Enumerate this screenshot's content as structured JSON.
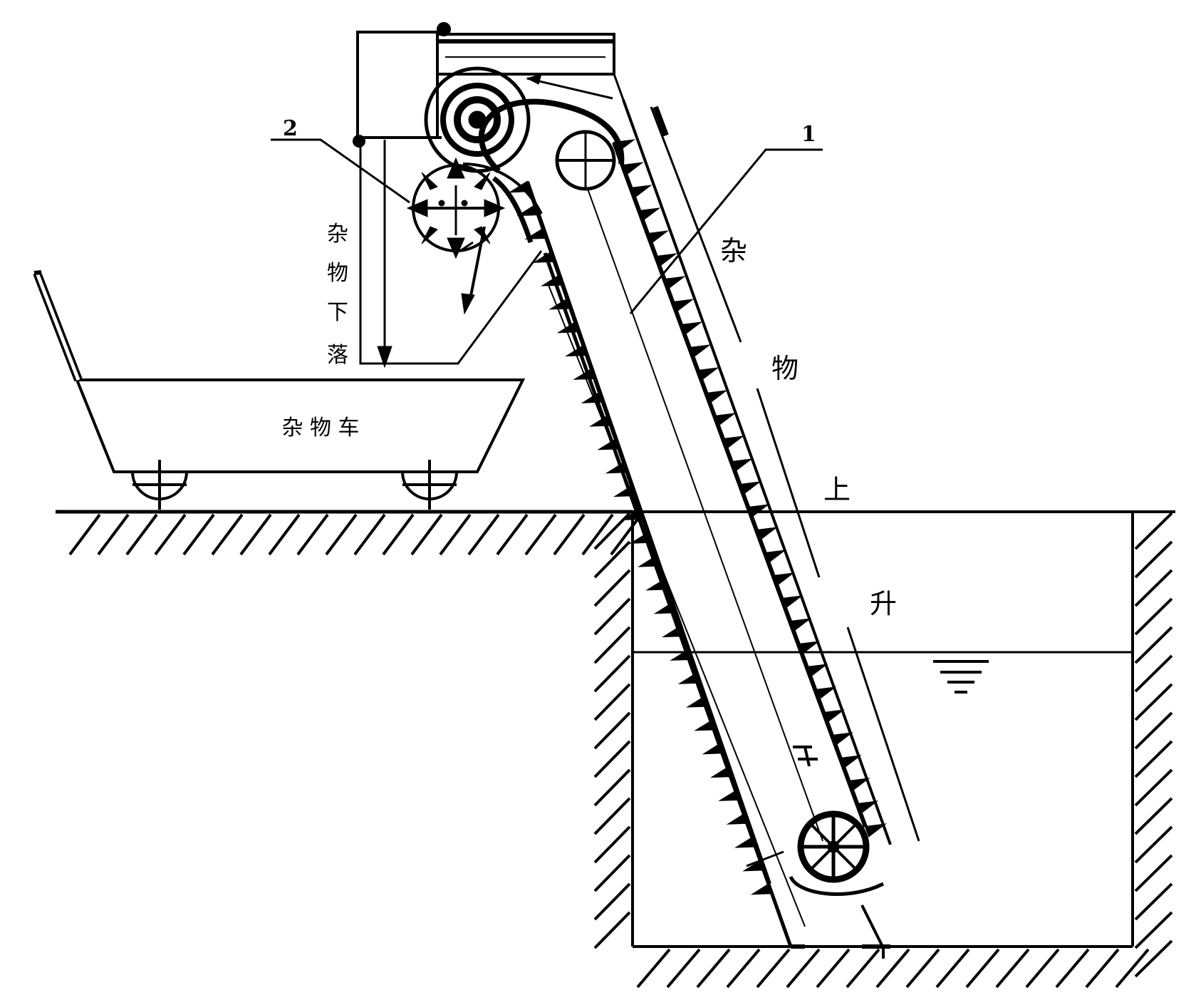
{
  "callouts": {
    "one": "1",
    "two": "2"
  },
  "labels": {
    "falling": [
      "杂",
      "物",
      "下",
      "落"
    ],
    "cart": "杂  物  车",
    "rising": [
      "杂",
      "物",
      "上",
      "升"
    ]
  },
  "colors": {
    "ink": "#000000",
    "paper": "#ffffff"
  }
}
